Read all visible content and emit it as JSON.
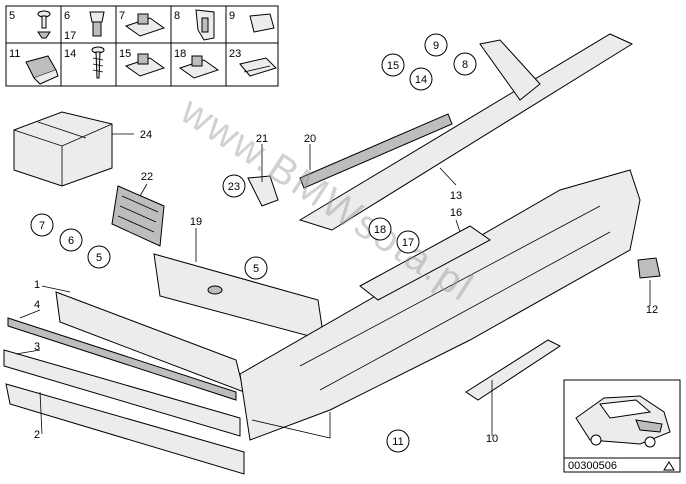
{
  "watermark": "www.BMWsota.pl",
  "doc_number": "00300506",
  "legend_grid": [
    {
      "label": "5",
      "extra": ""
    },
    {
      "label": "6",
      "extra": "17"
    },
    {
      "label": "7",
      "extra": ""
    },
    {
      "label": "8",
      "extra": ""
    },
    {
      "label": "9",
      "extra": ""
    },
    {
      "label": "11",
      "extra": ""
    },
    {
      "label": "14",
      "extra": ""
    },
    {
      "label": "15",
      "extra": ""
    },
    {
      "label": "18",
      "extra": ""
    },
    {
      "label": "23",
      "extra": ""
    }
  ],
  "callouts_plain": [
    "24",
    "22",
    "19",
    "1",
    "4",
    "3",
    "2",
    "21",
    "20",
    "13",
    "16",
    "12",
    "10"
  ],
  "callouts_circled": [
    "7",
    "6",
    "5",
    "5",
    "23",
    "18",
    "17",
    "15",
    "14",
    "9",
    "8",
    "11"
  ]
}
